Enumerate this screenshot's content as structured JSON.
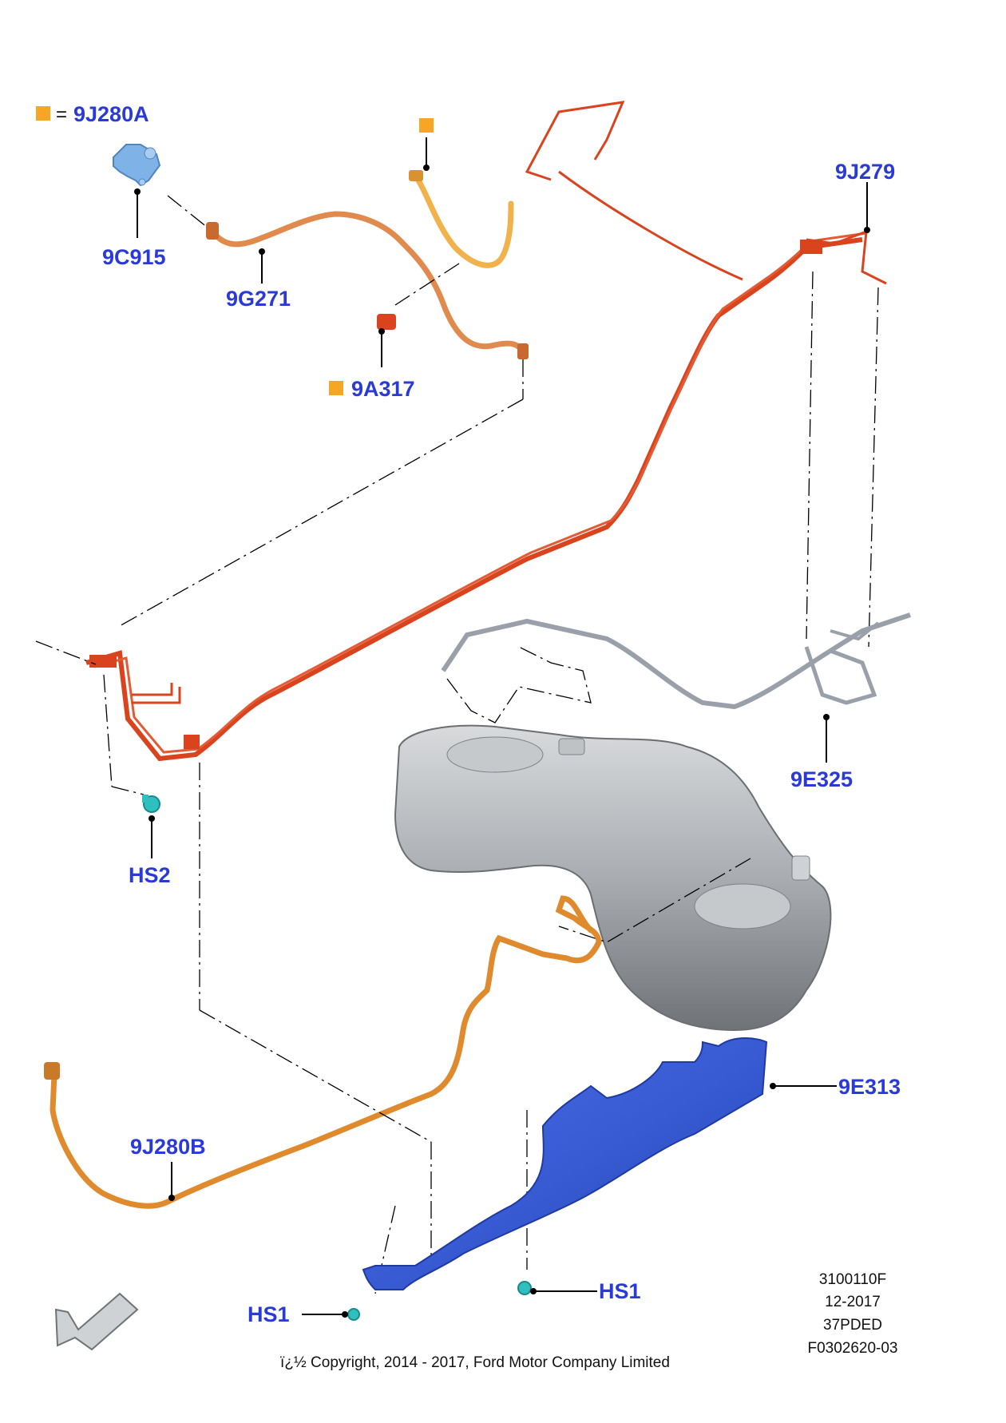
{
  "legend": {
    "equals_sign": "=",
    "label": "9J280A",
    "marker_color": "#f5a623"
  },
  "labels": {
    "p9C915": "9C915",
    "p9G271": "9G271",
    "p9A317": "9A317",
    "p9J279": "9J279",
    "p9E325": "9E325",
    "pHS2": "HS2",
    "p9J280B": "9J280B",
    "p9E313": "9E313",
    "pHS1_right": "HS1",
    "pHS1_left": "HS1"
  },
  "info_block": {
    "line1": "3100110F",
    "line2": "12-2017",
    "line3": "37PDED",
    "line4": "F0302620-03"
  },
  "copyright": "ï¿½ Copyright, 2014 - 2017, Ford Motor Company Limited",
  "colors": {
    "label_blue": "#2a3ad9",
    "marker_orange": "#f5a623",
    "fuel_line_red": "#d9441e",
    "filler_orange": "#e08a2e",
    "valve_blue": "#7fb2e6",
    "shield_blue": "#3559d6",
    "clip_teal": "#2fbfbf",
    "tank_gray": "#b9bcbf",
    "vapor_line_gray": "#9aa0aa"
  }
}
